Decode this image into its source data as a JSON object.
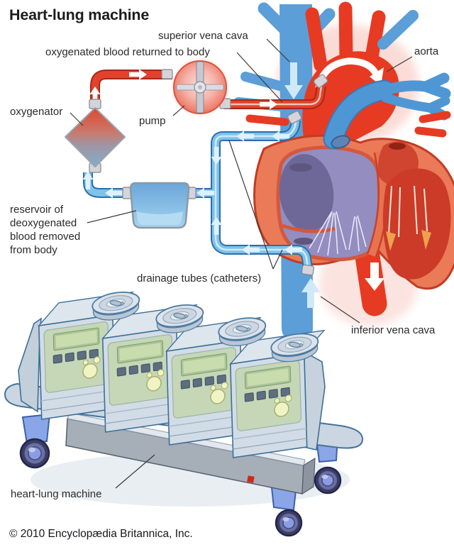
{
  "title": "Heart-lung machine",
  "diagram_labels": {
    "superior_vena_cava": "superior vena cava",
    "oxygenated_blood_returned": "oxygenated blood returned to body",
    "aorta": "aorta",
    "oxygenator": "oxygenator",
    "pump": "pump",
    "reservoir": "reservoir of\ndeoxygenated\nblood removed\nfrom body",
    "drainage_tubes": "drainage tubes (catheters)",
    "inferior_vena_cava": "inferior vena cava",
    "heart_lung_machine": "heart-lung machine"
  },
  "copyright": "© 2010 Encyclopædia Britannica, Inc.",
  "palette": {
    "oxygenated_blood_red": "#e2422c",
    "deoxygenated_blood_blue": "#5b9ed8",
    "tube_blue_light": "#7fc2ea",
    "heart_wall_orange": "#ea7a58",
    "chamber_purple": "#938dc0",
    "machine_body": "#d2dce6",
    "panel_green": "#c6d7b7",
    "label_text": "#2a2a2a"
  }
}
